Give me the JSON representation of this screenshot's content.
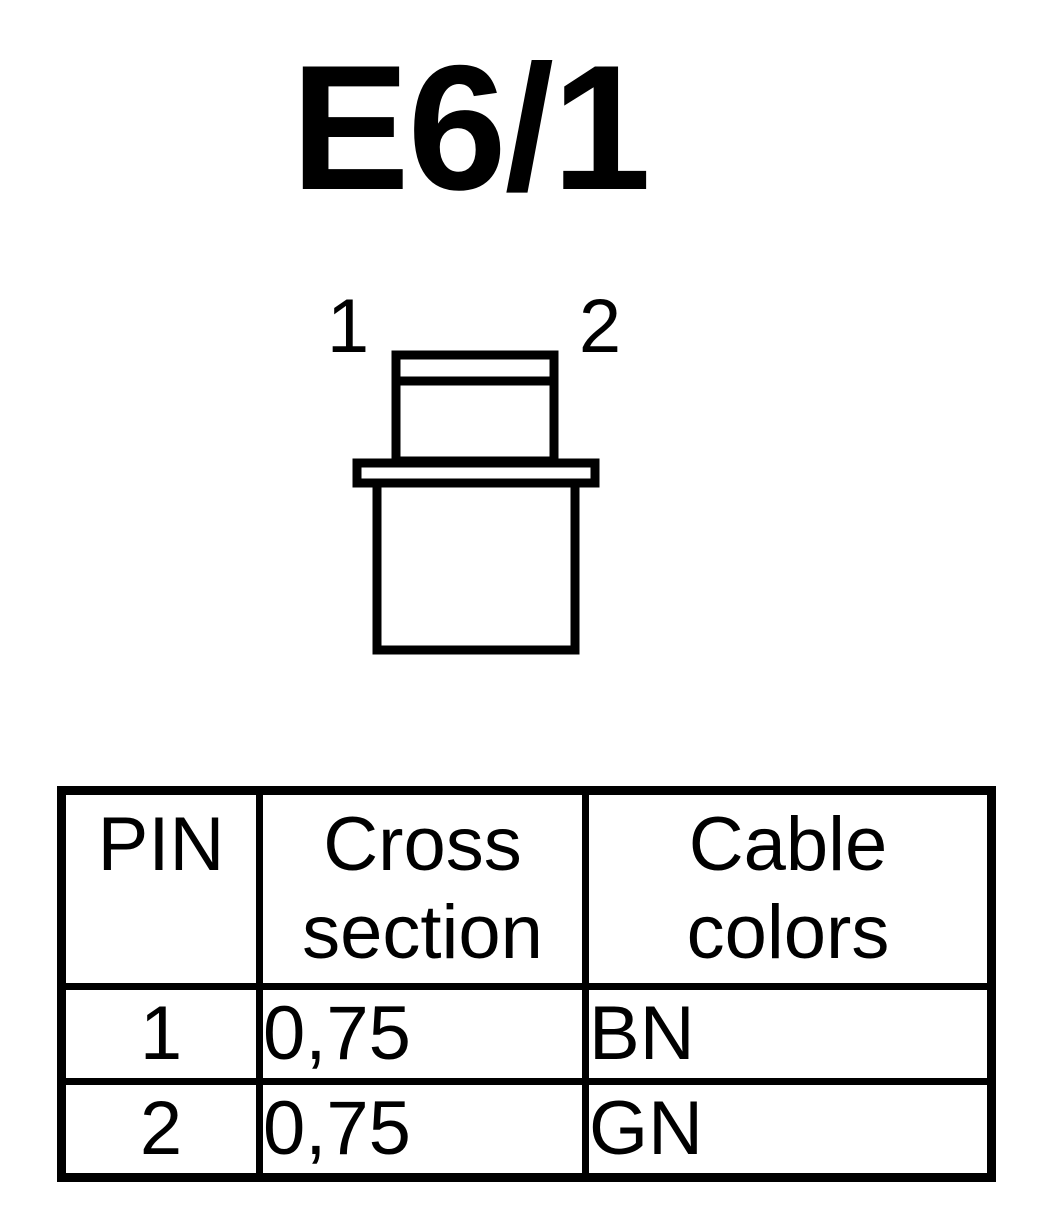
{
  "diagram": {
    "title": "E6/1",
    "pin_labels": [
      "1",
      "2"
    ]
  },
  "pin_table": {
    "headers": {
      "pin": [
        "PIN"
      ],
      "cross_section": [
        "Cross",
        "section"
      ],
      "cable_colors": [
        "Cable",
        "colors"
      ]
    },
    "rows": [
      {
        "pin": "1",
        "cross_section": "0,75",
        "cable_color": "BN"
      },
      {
        "pin": "2",
        "cross_section": "0,75",
        "cable_color": "GN"
      }
    ]
  }
}
